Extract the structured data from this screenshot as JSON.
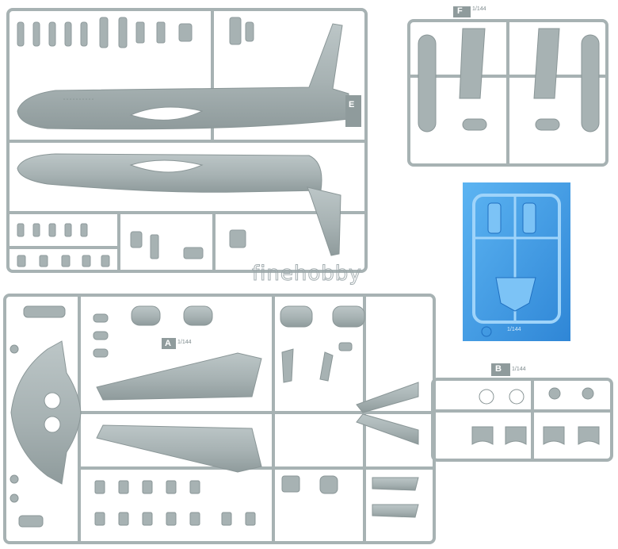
{
  "sprues": {
    "e": {
      "letter": "E"
    },
    "f": {
      "letter": "F",
      "scale_mark": "1/144"
    },
    "a": {
      "letter": "A",
      "scale_mark": "1/144"
    },
    "b": {
      "letter": "B",
      "scale_mark": "1/144"
    },
    "clear": {
      "scale_mark": "1/144"
    }
  },
  "watermark": {
    "text": "finehobby"
  },
  "colors": {
    "plastic": "#a7b2b3",
    "plastic_dark": "#8f9b9c",
    "plastic_light": "#bcc6c7",
    "clear_plastic": "#3f9fe6",
    "clear_dark": "#1f6fc0",
    "background": "#ffffff"
  }
}
